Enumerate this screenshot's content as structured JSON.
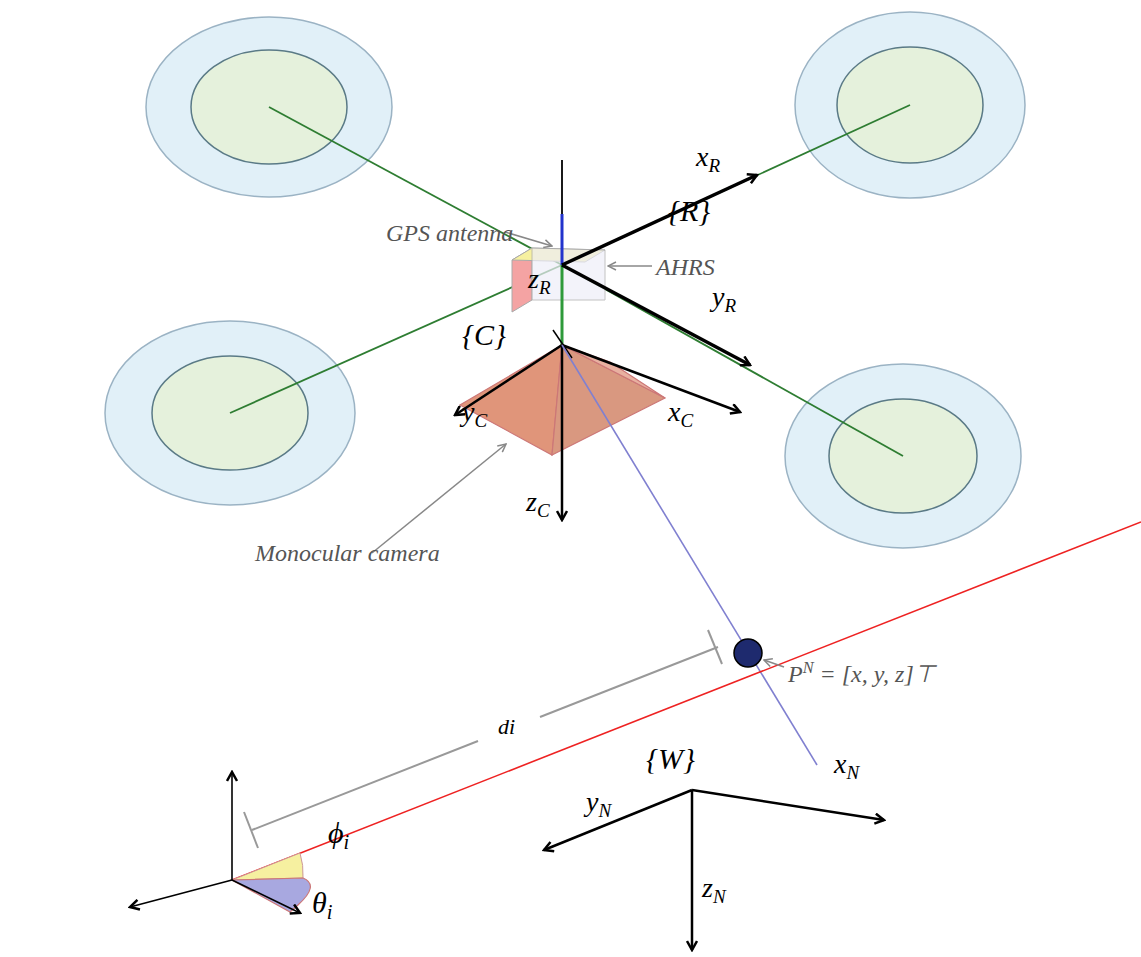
{
  "diagram": {
    "labels": [
      "{R}",
      "xR",
      "yR",
      "zR",
      "GPS antenna",
      "AHRS",
      "{C}",
      "yC",
      "xC",
      "zC",
      "Monocular camera",
      "di",
      "PN = [x, y, z]⊤",
      "ϕi",
      "θi",
      "{W}",
      "xN",
      "yN",
      "zN"
    ]
  }
}
